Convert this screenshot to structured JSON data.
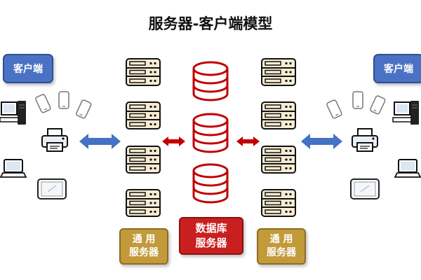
{
  "title": "服务器-客户端模型",
  "clients": {
    "left_label": "客户端",
    "right_label": "客户端"
  },
  "general_servers": {
    "left": {
      "line1": "通 用",
      "line2": "服务器"
    },
    "right": {
      "line1": "通 用",
      "line2": "服务器"
    }
  },
  "database_server": {
    "line1": "数据库",
    "line2": "服务器"
  },
  "colors": {
    "client_label": "#4a72c4",
    "general_label": "#c29a3a",
    "db_label": "#c9201f",
    "server_fill": "#f7ecd2",
    "blue_arrow": "#4472c4",
    "red_arrow": "#c00000"
  },
  "icons": [
    "desktop-computer-icon",
    "laptop-icon",
    "printer-icon",
    "tablet-icon",
    "phone-icon",
    "server-rack-icon",
    "database-icon"
  ]
}
